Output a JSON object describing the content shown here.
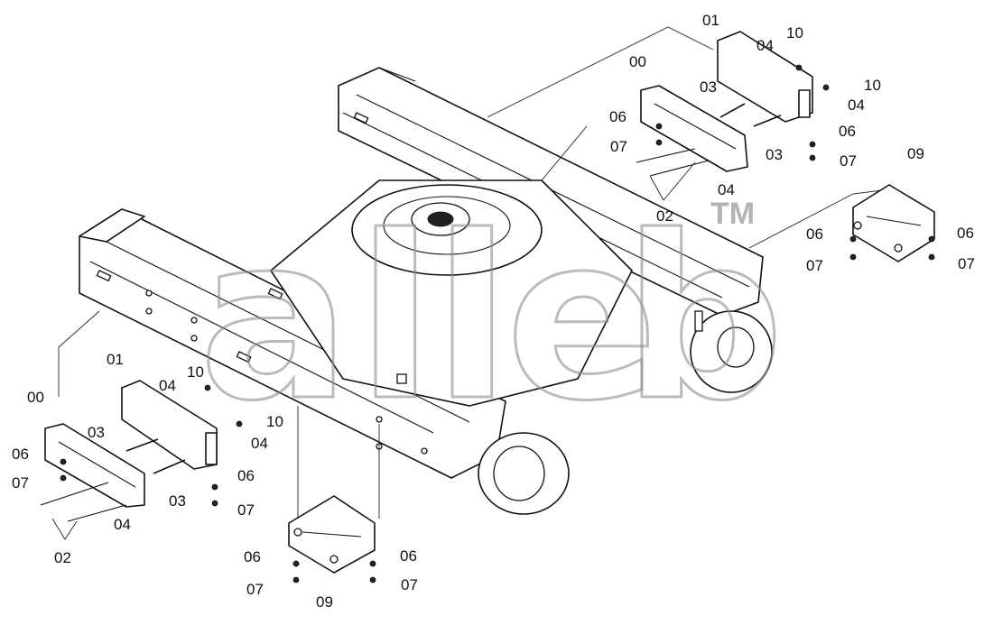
{
  "callouts": {
    "top_right": {
      "c01": "01",
      "c10a": "10",
      "c04a": "04",
      "c00": "00",
      "c10b": "10",
      "c03a": "03",
      "c04b": "04",
      "c06a": "06",
      "c06b": "06",
      "c07a": "07",
      "c03b": "03",
      "c07b": "07",
      "c04c": "04",
      "c02": "02"
    },
    "right_bracket": {
      "c09": "09",
      "c06a": "06",
      "c06b": "06",
      "c07a": "07",
      "c07b": "07"
    },
    "bottom_left": {
      "c01": "01",
      "c10a": "10",
      "c04a": "04",
      "c00": "00",
      "c10b": "10",
      "c03a": "03",
      "c04b": "04",
      "c06a": "06",
      "c06b": "06",
      "c07a": "07",
      "c03b": "03",
      "c07b": "07",
      "c04c": "04",
      "c02": "02"
    },
    "bottom_bracket": {
      "c06a": "06",
      "c06b": "06",
      "c07a": "07",
      "c07b": "07",
      "c09": "09"
    }
  },
  "watermark": {
    "letters": [
      "a",
      "l",
      "l",
      "e",
      "b"
    ],
    "tm": "TM"
  },
  "colors": {
    "lines": "#111111",
    "watermark": "#8f8f8f",
    "background": "#ffffff"
  }
}
